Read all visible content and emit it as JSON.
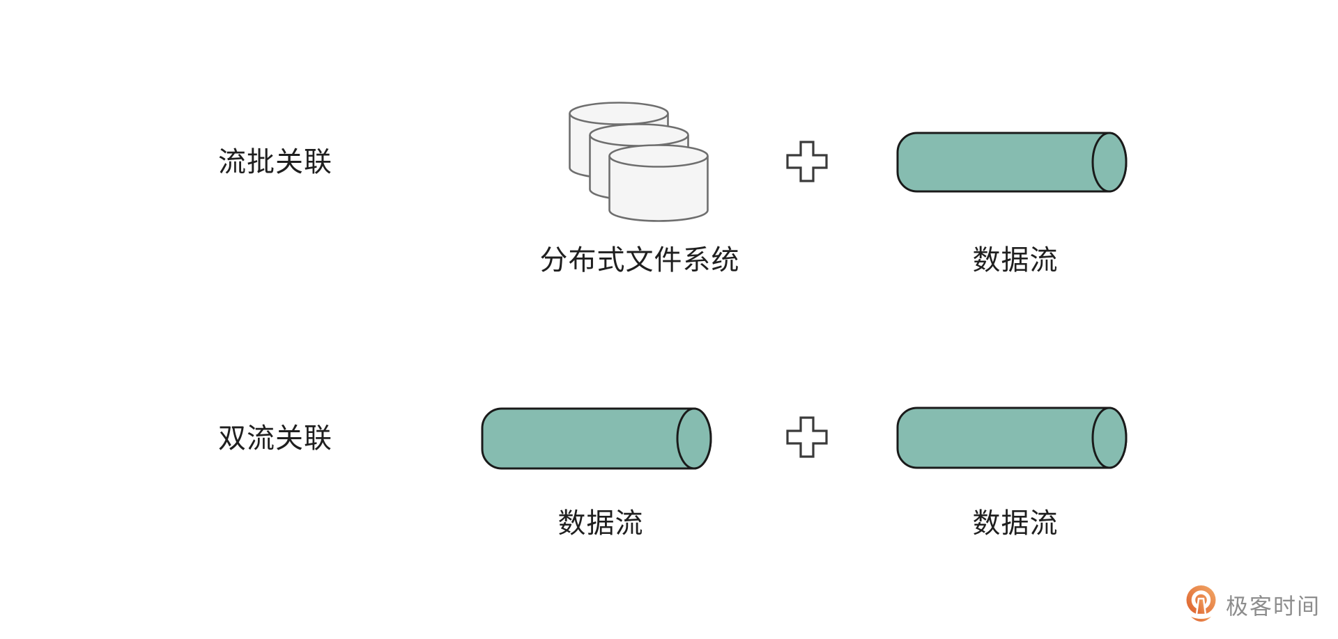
{
  "colors": {
    "background": "#ffffff",
    "text": "#1f1f1f",
    "stream_fill": "#86bcb0",
    "stream_stroke": "#1a1a1a",
    "storage_fill": "#f5f5f5",
    "storage_stroke": "#6e6e6e",
    "plus_fill": "#ffffff",
    "plus_stroke": "#3a3a3a",
    "brand_text": "#8d8d8d",
    "brand_orange_light": "#f2a968",
    "brand_orange_dark": "#dd5f2b"
  },
  "diagram": {
    "rows": [
      {
        "label": "流批关联",
        "left": {
          "icon": "database-stack-icon",
          "caption": "分布式文件系统"
        },
        "operator": "plus-icon",
        "right": {
          "icon": "stream-cylinder-icon",
          "caption": "数据流"
        }
      },
      {
        "label": "双流关联",
        "left": {
          "icon": "stream-cylinder-icon",
          "caption": "数据流"
        },
        "operator": "plus-icon",
        "right": {
          "icon": "stream-cylinder-icon",
          "caption": "数据流"
        }
      }
    ]
  },
  "watermark": {
    "brand": "极客时间",
    "logo": "geektime-logo-icon"
  }
}
